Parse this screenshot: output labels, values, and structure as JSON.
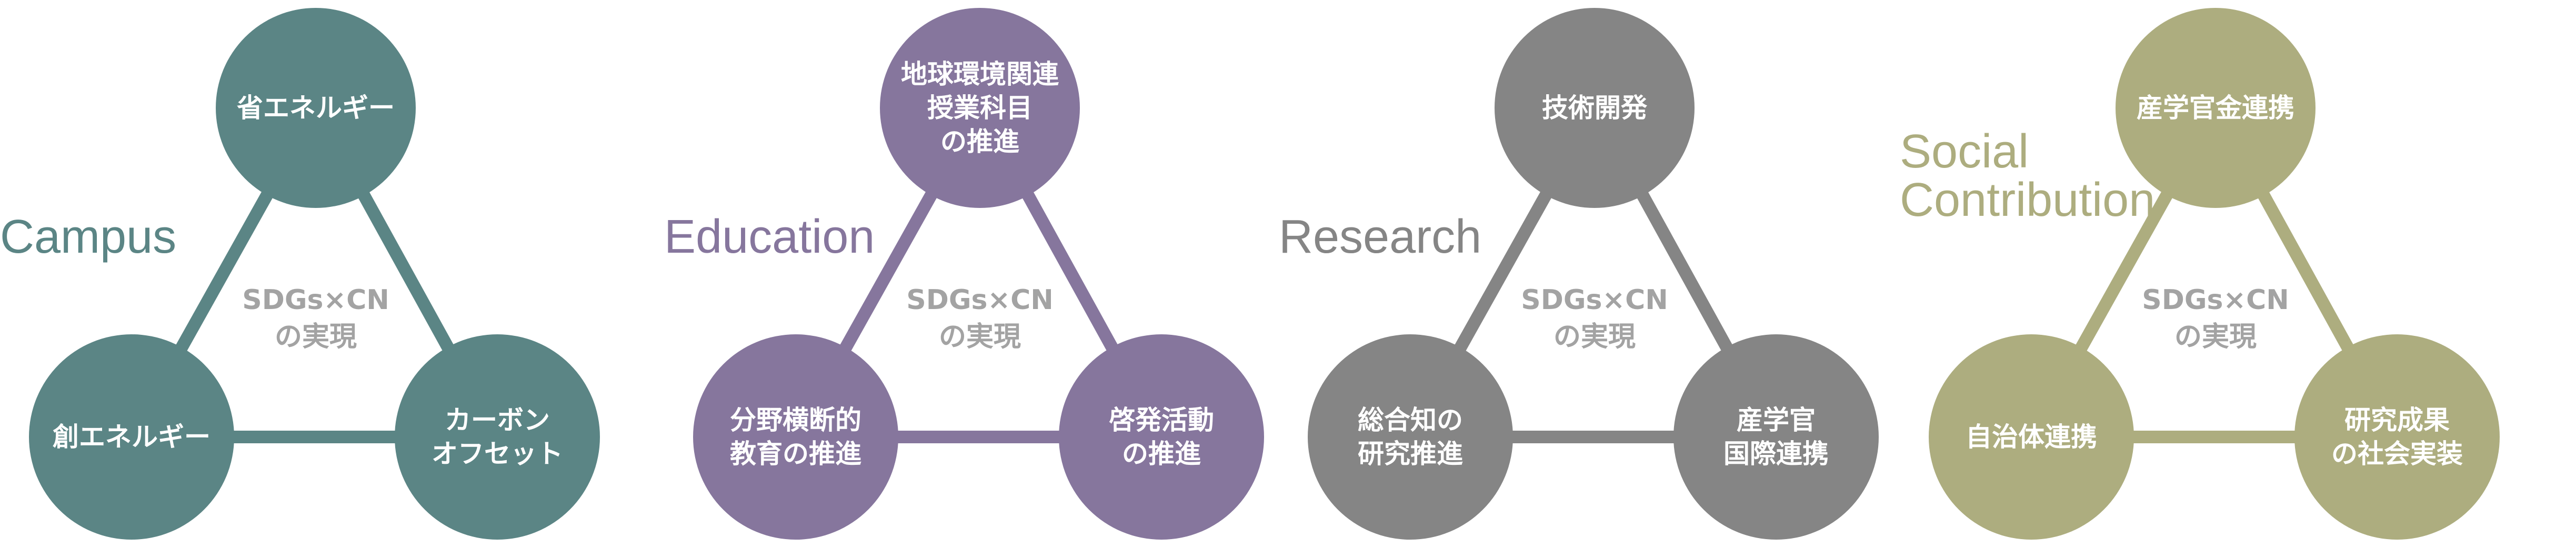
{
  "center_text": [
    "SDGs×CN",
    "の実現"
  ],
  "panels": [
    {
      "key": "campus",
      "title": [
        "Campus"
      ],
      "color": "#5b8585",
      "nodes": {
        "top": [
          "省エネルギー"
        ],
        "left": [
          "創エネルギー"
        ],
        "right": [
          "カーボン",
          "オフセット"
        ]
      }
    },
    {
      "key": "education",
      "title": [
        "Education"
      ],
      "color": "#86769d",
      "nodes": {
        "top": [
          "地球環境関連",
          "授業科目",
          "の推進"
        ],
        "left": [
          "分野横断的",
          "教育の推進"
        ],
        "right": [
          "啓発活動",
          "の推進"
        ]
      }
    },
    {
      "key": "research",
      "title": [
        "Research"
      ],
      "color": "#858585",
      "nodes": {
        "top": [
          "技術開発"
        ],
        "left": [
          "総合知の",
          "研究推進"
        ],
        "right": [
          "産学官",
          "国際連携"
        ]
      }
    },
    {
      "key": "social-contribution",
      "title": [
        "Social",
        "Contribution"
      ],
      "color": "#adad7f",
      "nodes": {
        "top": [
          "産学官金連携"
        ],
        "left": [
          "自治体連携"
        ],
        "right": [
          "研究成果",
          "の社会実装"
        ]
      }
    }
  ]
}
